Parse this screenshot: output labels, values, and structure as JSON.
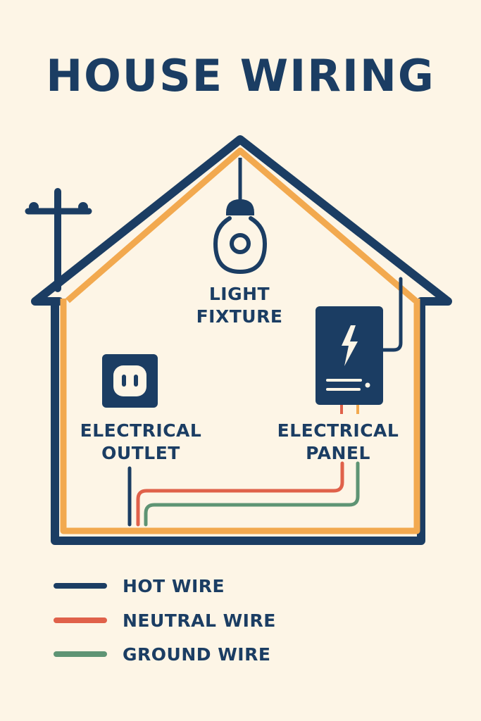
{
  "title": "HOUSE WIRING",
  "labels": {
    "light_fixture": "LIGHT\nFIXTURE",
    "electrical_outlet": "ELECTRICAL\nOUTLET",
    "electrical_panel": "ELECTRICAL\nPANEL"
  },
  "legend": [
    {
      "label": "HOT WIRE",
      "color": "#1b3d63"
    },
    {
      "label": "NEUTRAL WIRE",
      "color": "#e0614a"
    },
    {
      "label": "GROUND WIRE",
      "color": "#5e9474"
    }
  ],
  "colors": {
    "navy": "#1b3d63",
    "orange": "#f2a94f",
    "background": "#fdf5e6",
    "neutral": "#e0614a",
    "ground": "#5e9474"
  },
  "icons": [
    "utility-pole-icon",
    "light-bulb-icon",
    "outlet-icon",
    "lightning-bolt-icon"
  ]
}
